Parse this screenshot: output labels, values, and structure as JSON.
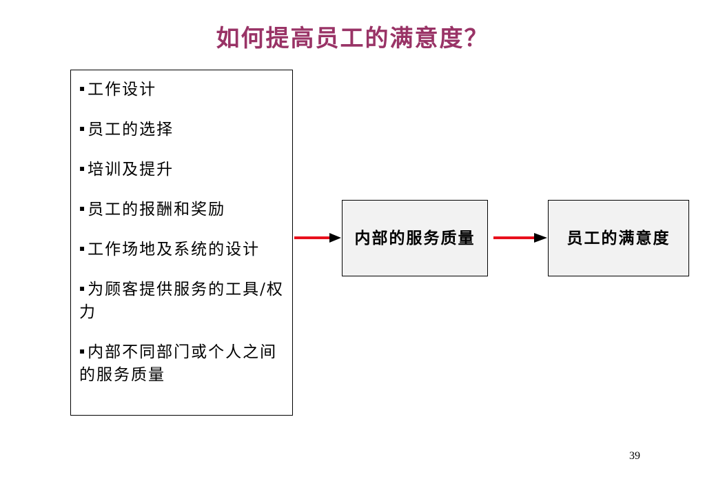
{
  "title": "如何提高员工的满意度？",
  "factors": [
    "工作设计",
    "员工的选择",
    "培训及提升",
    "员工的报酬和奖励",
    "工作场地及系统的设计",
    "为顾客提供服务的工具/权力",
    "内部不同部门或个人之间的服务质量"
  ],
  "bullet": "▪",
  "nodes": {
    "internal_service_quality": "内部的服务质量",
    "employee_satisfaction": "员工的满意度"
  },
  "colors": {
    "title": "#993366",
    "arrow": "#e8101c",
    "node_fill": "#f2f2f2"
  },
  "page_number": "39"
}
